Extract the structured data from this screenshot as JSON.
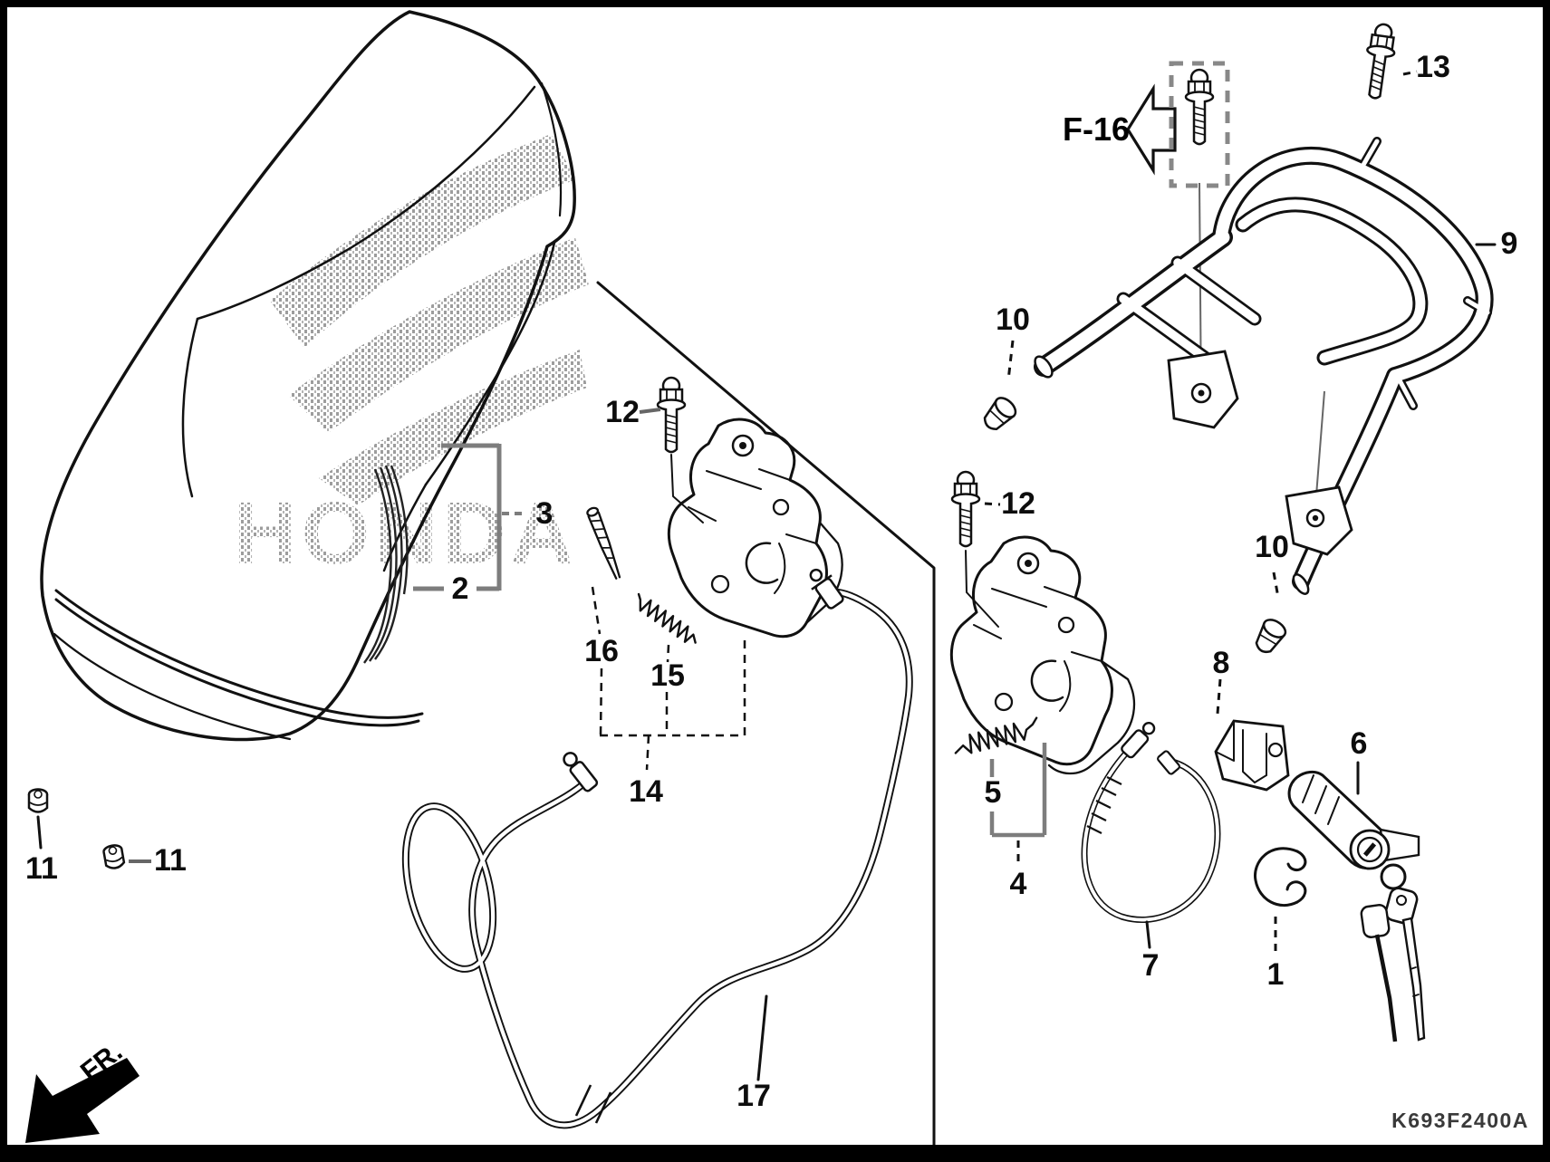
{
  "diagram": {
    "type": "exploded-parts-diagram",
    "part_code": "K693F2400A",
    "section_ref": "F-16",
    "front_marker": "FR.",
    "watermark": "HONDA",
    "part_labels": {
      "1": "1",
      "2": "2",
      "3": "3",
      "4": "4",
      "5": "5",
      "6": "6",
      "7": "7",
      "8": "8",
      "9": "9",
      "10": "10",
      "11": "11",
      "12": "12",
      "13": "13",
      "14": "14",
      "15": "15",
      "16": "16",
      "17": "17"
    }
  }
}
